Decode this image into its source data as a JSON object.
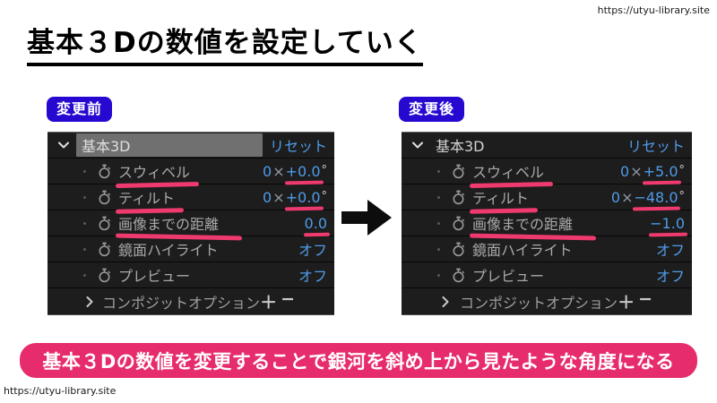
{
  "page": {
    "url_top": "https://utyu-library.site",
    "url_bottom": "https://utyu-library.site",
    "title": "基本３Dの数値を設定していく",
    "banner": "基本３Dの数値を変更することで銀河を斜め上から見たような角度になる"
  },
  "colors": {
    "badge_blue": "#2609d1",
    "banner_pink": "#e72c6d",
    "marker_pink": "#ee3a6e",
    "value_blue": "#4f9be8",
    "panel_bg": "#1d1d1d"
  },
  "panels": {
    "before": {
      "badge": "変更前",
      "header": {
        "name": "基本3D",
        "reset": "リセット"
      },
      "rows": [
        {
          "label": "スウィベル",
          "v_pre": "0",
          "v_times": "×",
          "v_main": "+0.0",
          "v_deg": "°"
        },
        {
          "label": "ティルト",
          "v_pre": "0",
          "v_times": "×",
          "v_main": "+0.0",
          "v_deg": "°"
        },
        {
          "label": "画像までの距離",
          "v_pre": "",
          "v_times": "",
          "v_main": "0.0",
          "v_deg": ""
        },
        {
          "label": "鏡面ハイライト",
          "v_pre": "",
          "v_times": "",
          "v_main": "オフ",
          "v_deg": ""
        },
        {
          "label": "プレビュー",
          "v_pre": "",
          "v_times": "",
          "v_main": "オフ",
          "v_deg": ""
        }
      ],
      "footer": {
        "label": "コンポジットオプション",
        "plus": "＋",
        "minus": "−"
      }
    },
    "after": {
      "badge": "変更後",
      "header": {
        "name": "基本3D",
        "reset": "リセット"
      },
      "rows": [
        {
          "label": "スウィベル",
          "v_pre": "0",
          "v_times": "×",
          "v_main": "+5.0",
          "v_deg": "°"
        },
        {
          "label": "ティルト",
          "v_pre": "0",
          "v_times": "×",
          "v_main": "−48.0",
          "v_deg": "°"
        },
        {
          "label": "画像までの距離",
          "v_pre": "",
          "v_times": "",
          "v_main": "−1.0",
          "v_deg": ""
        },
        {
          "label": "鏡面ハイライト",
          "v_pre": "",
          "v_times": "",
          "v_main": "オフ",
          "v_deg": ""
        },
        {
          "label": "プレビュー",
          "v_pre": "",
          "v_times": "",
          "v_main": "オフ",
          "v_deg": ""
        }
      ],
      "footer": {
        "label": "コンポジットオプション",
        "plus": "＋",
        "minus": "−"
      }
    }
  }
}
